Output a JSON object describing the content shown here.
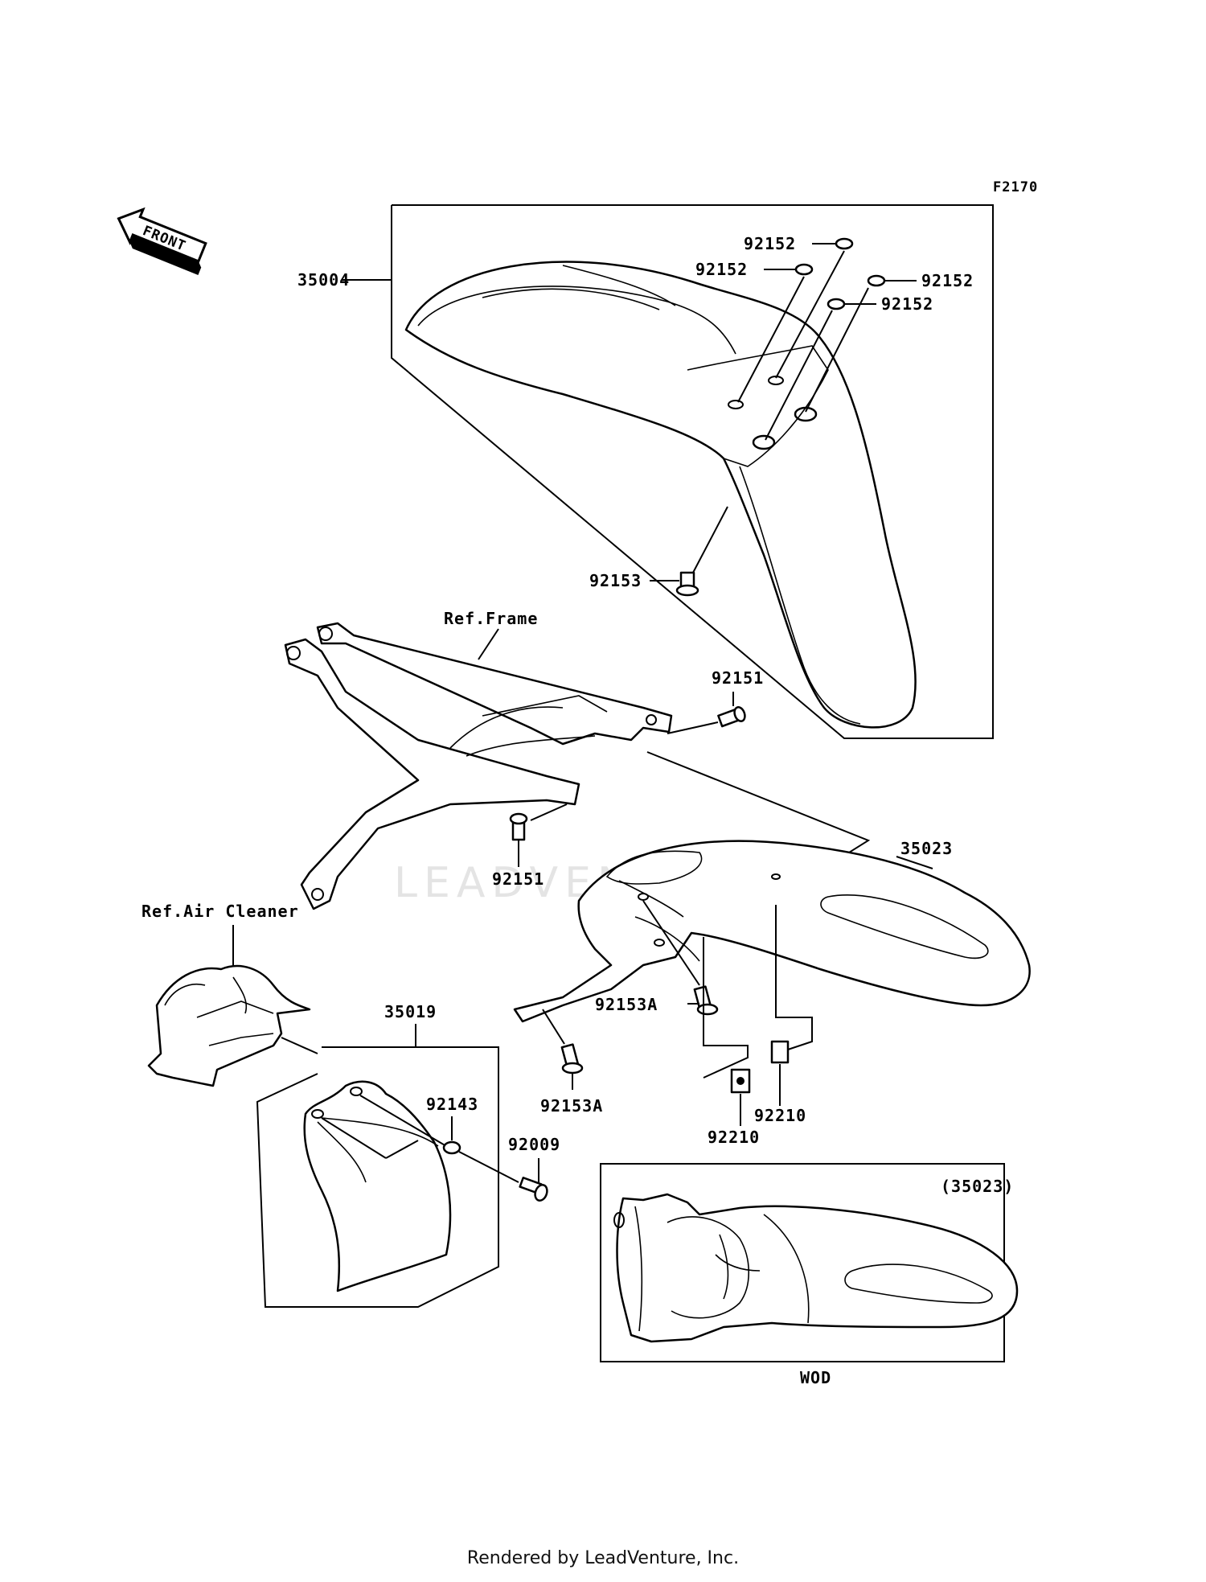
{
  "figure_code": "F2170",
  "direction_arrow": "FRONT",
  "callouts": {
    "front_fender": "35004",
    "washer_1": "92152",
    "washer_2": "92152",
    "washer_3": "92152",
    "washer_4": "92152",
    "front_bolt": "92153",
    "ref_frame": "Ref.Frame",
    "frame_bolt_upper": "92151",
    "frame_bolt_lower": "92151",
    "rear_fender": "35023",
    "ref_air_cleaner": "Ref.Air Cleaner",
    "mud_flap": "35019",
    "washer_flap": "92143",
    "screw_flap": "92009",
    "rear_bolt_upper": "92153A",
    "rear_bolt_lower": "92153A",
    "nut_1": "92210",
    "nut_2": "92210",
    "variant_part": "(35023)",
    "variant_label": "WOD"
  },
  "watermark": "LEADVENTURE",
  "footer": "Rendered by LeadVenture, Inc."
}
